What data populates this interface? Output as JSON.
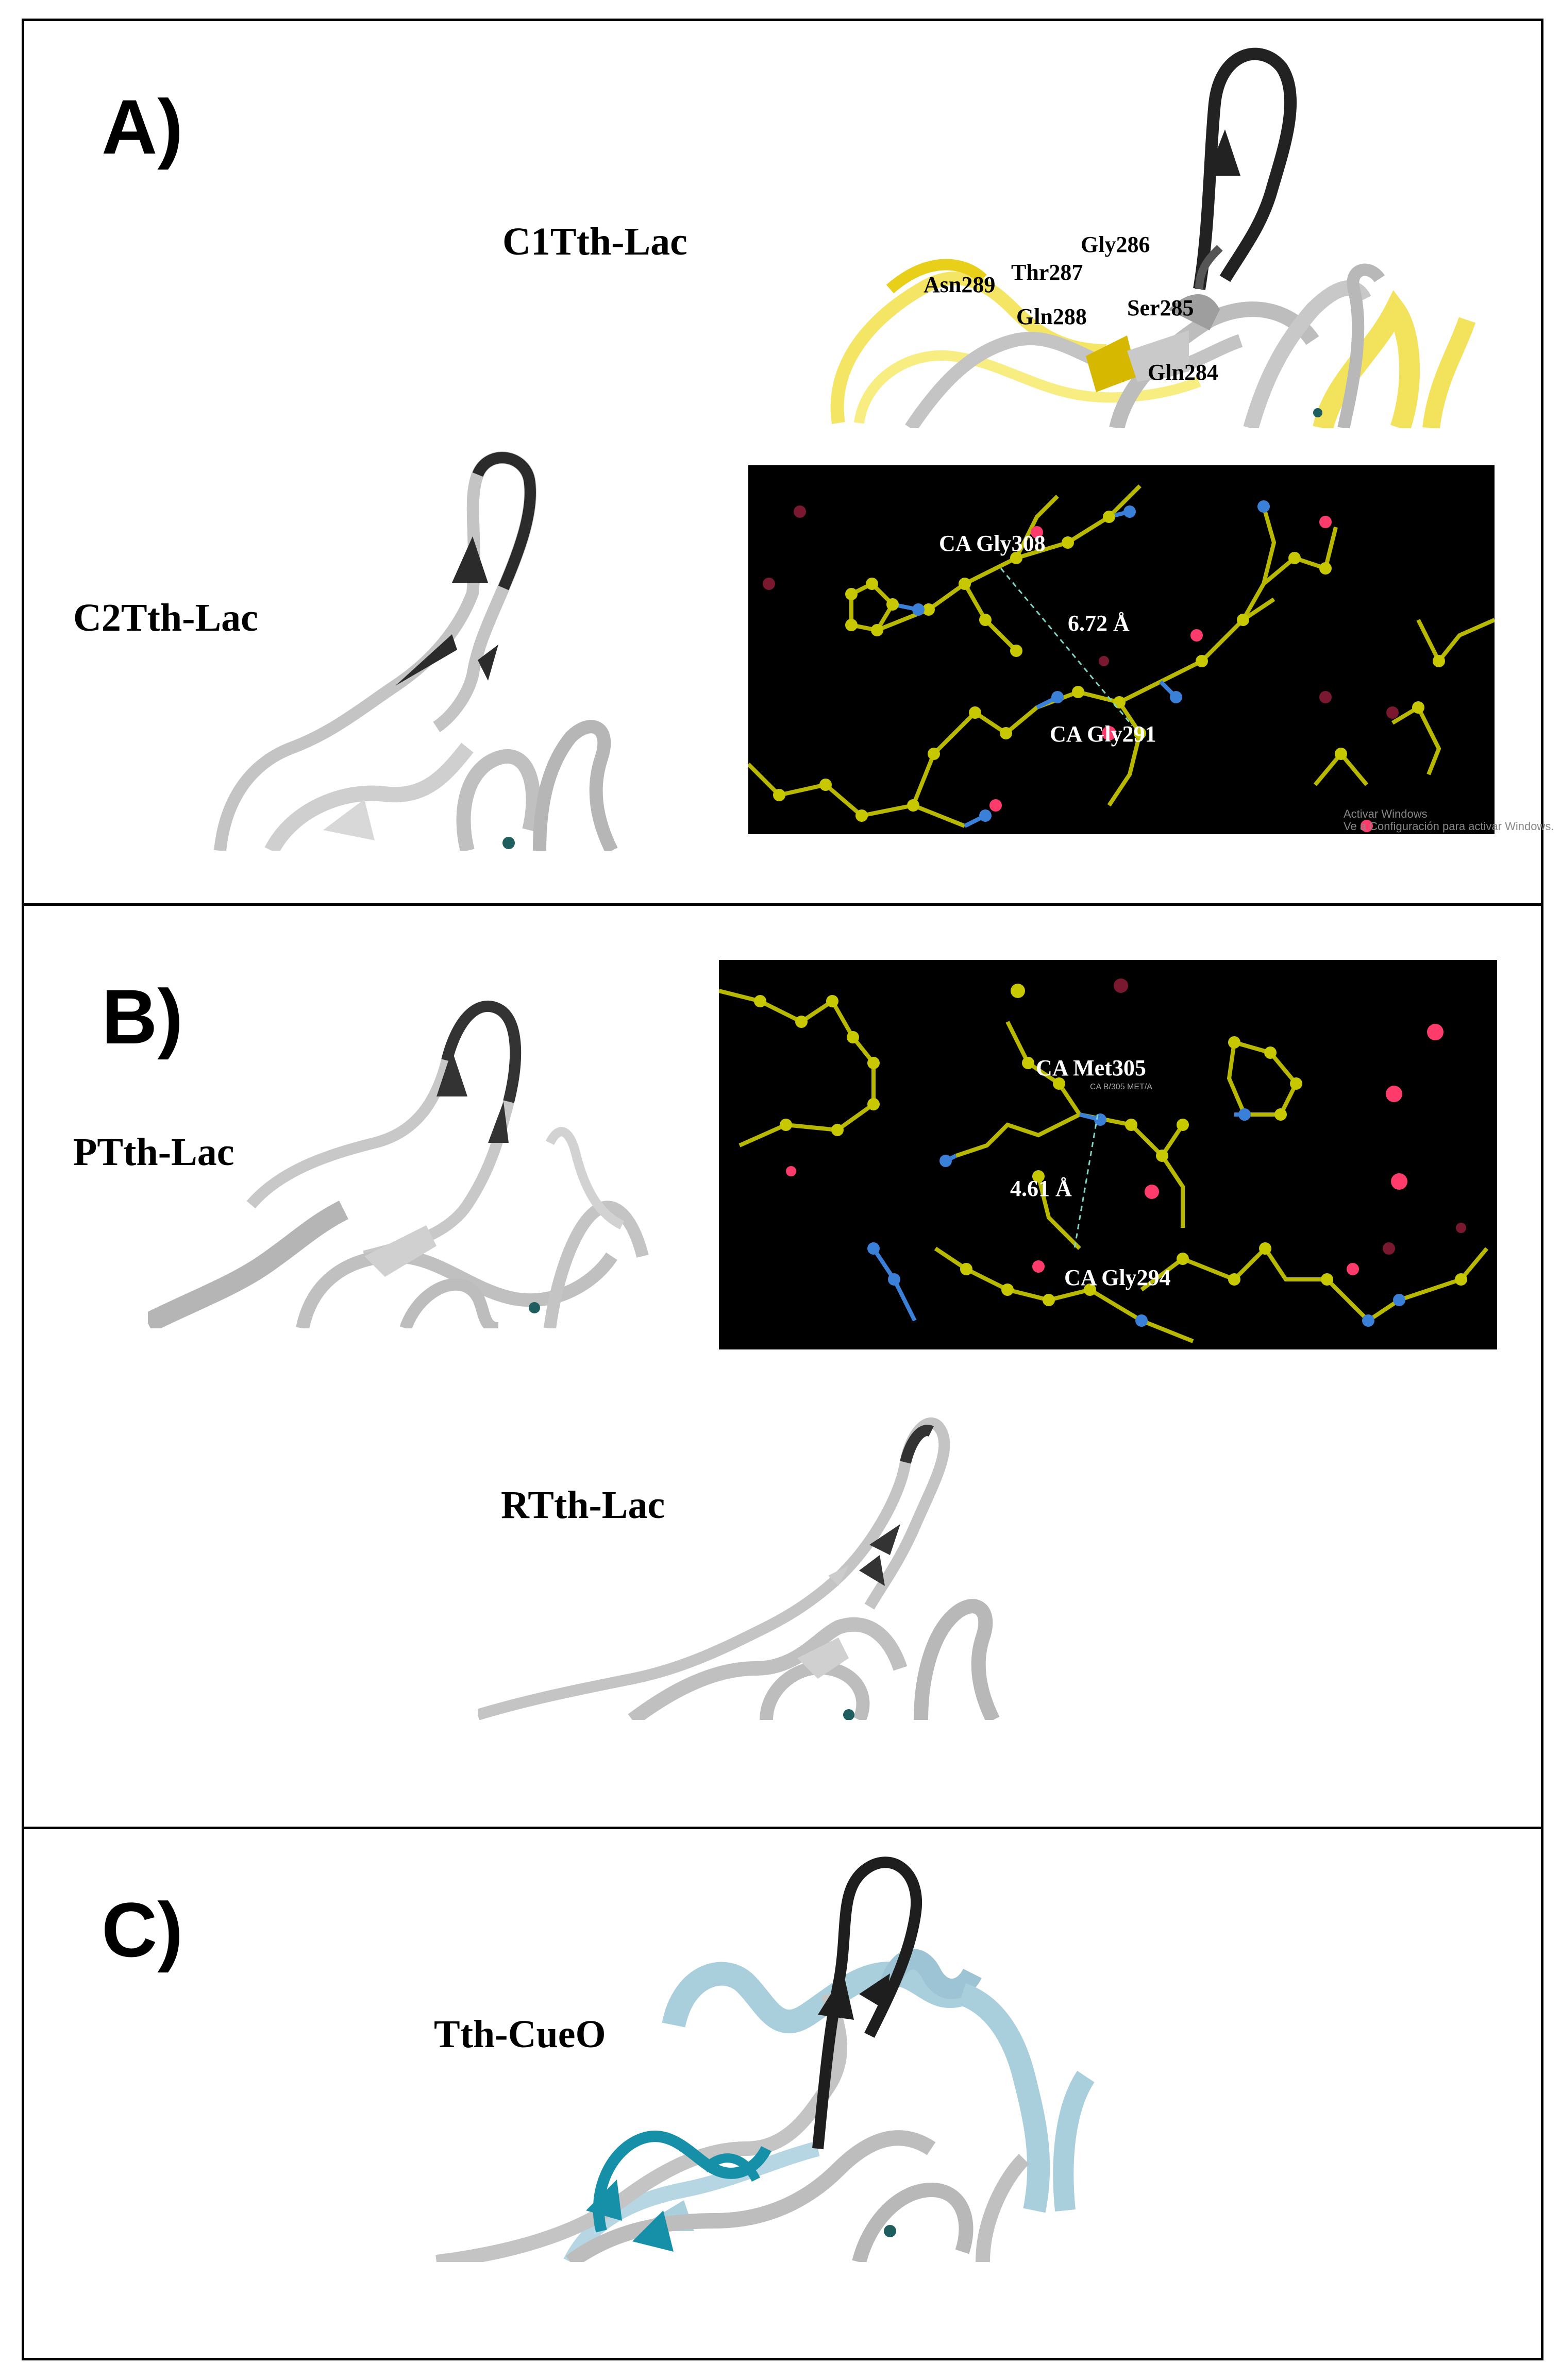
{
  "panels": {
    "a": {
      "letter": "A)",
      "label_top": "C1Tth-Lac",
      "label_bottom": "C2Tth-Lac",
      "residues": [
        "Gly286",
        "Asn289",
        "Thr287",
        "Gln288",
        "Ser285",
        "Gln284"
      ],
      "inset": {
        "atom1": "CA Gly308",
        "distance": "6.72 Å",
        "atom2": "CA Gly291",
        "watermark_line1": "Activar Windows",
        "watermark_line2": "Ve a Configuración para activar Windows."
      }
    },
    "b": {
      "letter": "B)",
      "label_top": "PTth-Lac",
      "label_bottom": "RTth-Lac",
      "inset": {
        "atom1": "CA Met305",
        "small_tag": "CA B/305 MET/A",
        "distance": "4.61 Å",
        "atom2": "CA Gly294"
      }
    },
    "c": {
      "letter": "C)",
      "label": "Tth-CueO"
    }
  },
  "colors": {
    "ribbon_grey": "#c8c8c8",
    "ribbon_dark": "#2b2b2b",
    "ribbon_yellow": "#f2e04a",
    "ribbon_lightblue": "#a9cfdc",
    "ribbon_teal": "#1690a8",
    "carbon": "#c8c800",
    "nitrogen": "#3a7fd8",
    "oxygen": "#ff3b6b",
    "background_inset": "#000000"
  }
}
